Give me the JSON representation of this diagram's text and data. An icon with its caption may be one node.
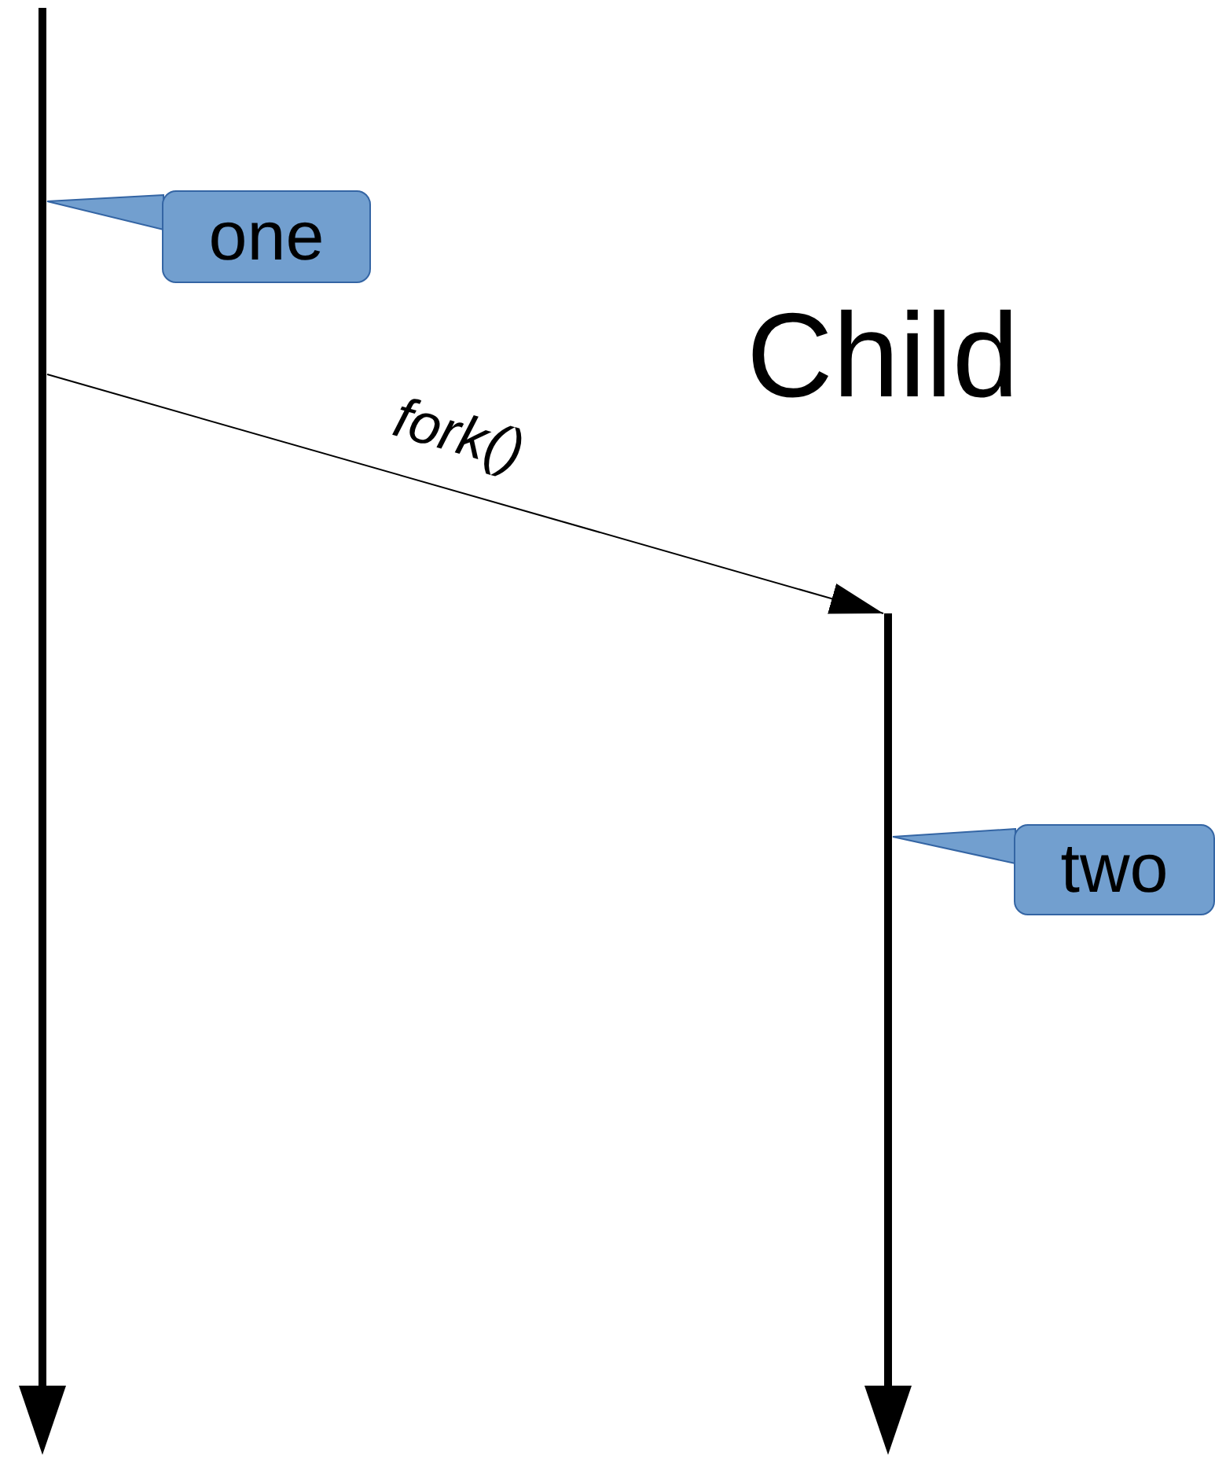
{
  "diagram": {
    "nodes": [
      {
        "text": [],
        "shape": "arrow"
      },
      {
        "text": [
          "one"
        ]
      },
      {
        "text": [],
        "shape": "arrow"
      },
      {
        "text": [
          "two"
        ]
      }
    ],
    "edges": [
      {
        "from": 0,
        "to": 2,
        "arrow": "to",
        "label": "fork()"
      },
      {
        "from": 1,
        "to": 0,
        "arrow": "none"
      },
      {
        "from": 3,
        "to": 2,
        "arrow": "none"
      }
    ],
    "labels": [
      "Child"
    ]
  }
}
